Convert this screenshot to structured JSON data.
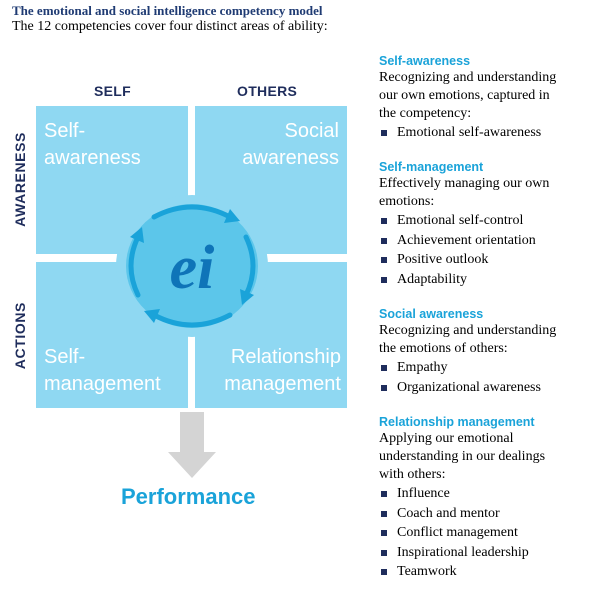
{
  "header": {
    "title": "The emotional and social intelligence competency model",
    "subtitle": "The 12 competencies cover four distinct areas of ability:"
  },
  "diagram": {
    "columns": [
      "SELF",
      "OTHERS"
    ],
    "rows": [
      "AWARENESS",
      "ACTIONS"
    ],
    "quadrants": {
      "top_left": [
        "Self-",
        "awareness"
      ],
      "top_right": [
        "Social",
        "awareness"
      ],
      "bottom_left": [
        "Self-",
        "management"
      ],
      "bottom_right": [
        "Relationship",
        "management"
      ]
    },
    "center_logo": "ei",
    "outcome": "Performance",
    "colors": {
      "quadrant": "#8fd8f2",
      "circle": "#5cc6ea",
      "arrow": "#1aa3d9",
      "logo": "#0f74b8",
      "heading": "#1f2d5c"
    }
  },
  "sections": [
    {
      "heading": "Self-awareness",
      "description": [
        "Recognizing and understanding",
        "our own emotions, captured in",
        "the competency:"
      ],
      "items": [
        "Emotional self-awareness"
      ]
    },
    {
      "heading": "Self-management",
      "description": [
        "Effectively managing our own",
        "emotions:"
      ],
      "items": [
        "Emotional self-control",
        "Achievement orientation",
        "Positive outlook",
        "Adaptability"
      ]
    },
    {
      "heading": "Social awareness",
      "description": [
        "Recognizing and understanding",
        "the emotions of others:"
      ],
      "items": [
        "Empathy",
        "Organizational awareness"
      ]
    },
    {
      "heading": "Relationship management",
      "description": [
        "Applying our emotional",
        "understanding in our dealings",
        "with others:"
      ],
      "items": [
        "Influence",
        "Coach and mentor",
        "Conflict management",
        "Inspirational leadership",
        "Teamwork"
      ]
    }
  ]
}
